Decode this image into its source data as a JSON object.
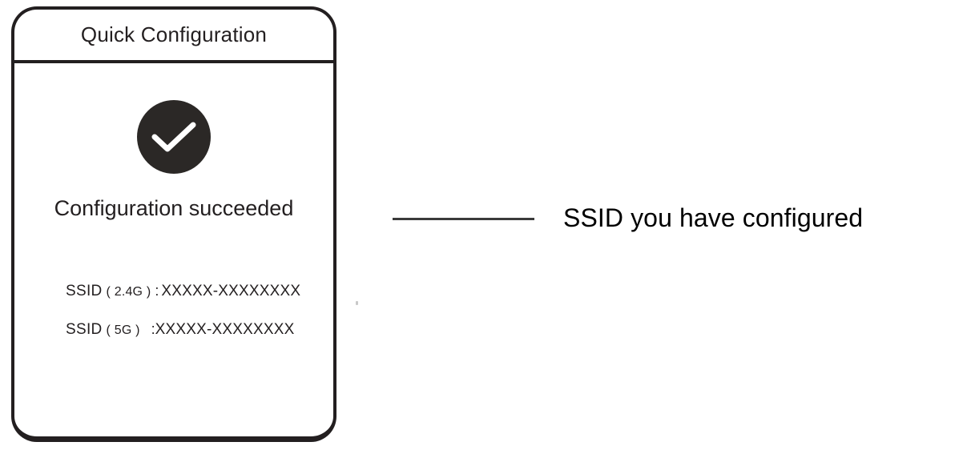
{
  "device": {
    "header": {
      "title": "Quick Configuration"
    },
    "content": {
      "status_icon": "check-circle-icon",
      "status_icon_color": "#2b2826",
      "status_icon_glyph_color": "#ffffff",
      "success_message": "Configuration succeeded",
      "ssid_entries": [
        {
          "key": "SSID",
          "band": "( 2.4G )",
          "separator": ":",
          "value": "XXXXX-XXXXXXXX"
        },
        {
          "key": "SSID",
          "band": "( 5G )",
          "separator": ":",
          "value": "XXXXX-XXXXXXXX"
        }
      ]
    }
  },
  "annotation": {
    "leader_line": "leader-line",
    "label": "SSID you have configured"
  },
  "colors": {
    "ink": "#231f20",
    "badge": "#2b2826",
    "page_background": "#ffffff",
    "leader": "#3a3a3a"
  }
}
